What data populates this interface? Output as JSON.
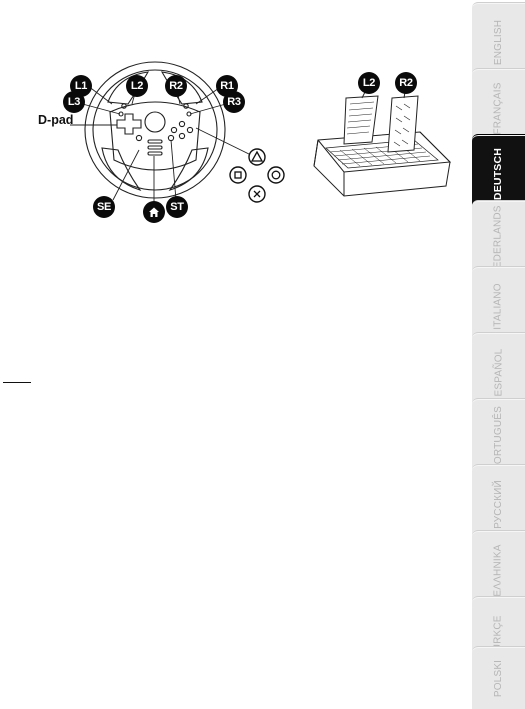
{
  "diagram": {
    "wheel_buttons": [
      "L1",
      "L2",
      "R2",
      "R1",
      "L3",
      "R3",
      "SE",
      "ST"
    ],
    "dpad_label": "D-pad",
    "face_buttons": [
      "triangle",
      "circle",
      "cross",
      "square"
    ],
    "home_icon": "home-icon",
    "pedal_buttons": [
      "L2",
      "R2"
    ]
  },
  "language_tabs": [
    {
      "label": "ENGLISH",
      "active": false
    },
    {
      "label": "FRANÇAIS",
      "active": false
    },
    {
      "label": "DEUTSCH",
      "active": true
    },
    {
      "label": "NEDERLANDS",
      "active": false
    },
    {
      "label": "ITALIANO",
      "active": false
    },
    {
      "label": "ESPAÑOL",
      "active": false
    },
    {
      "label": "PORTUGUÊS",
      "active": false
    },
    {
      "label": "РУССКИЙ",
      "active": false
    },
    {
      "label": "ΕΛΛΗΝΙΚΑ",
      "active": false
    },
    {
      "label": "TÜRKÇE",
      "active": false
    },
    {
      "label": "POLSKI",
      "active": false
    }
  ],
  "colors": {
    "tab_bg": "#e8e8e8",
    "tab_active_bg": "#111111",
    "tab_text": "#b5b5b5",
    "badge_bg": "#0a0a0a"
  }
}
